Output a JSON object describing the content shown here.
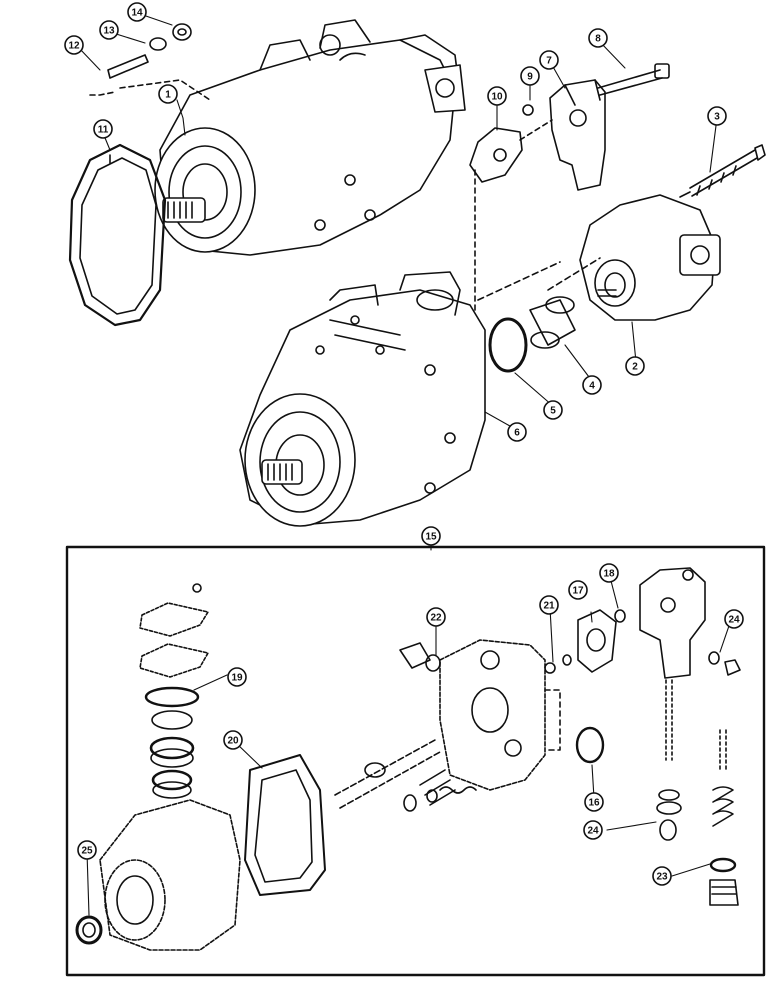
{
  "diagram": {
    "kind": "exploded parts diagram",
    "callouts": [
      "1",
      "2",
      "3",
      "4",
      "5",
      "6",
      "7",
      "8",
      "9",
      "10",
      "11",
      "12",
      "13",
      "14",
      "15",
      "16",
      "17",
      "18",
      "19",
      "20",
      "21",
      "22",
      "23",
      "24",
      "24",
      "25"
    ],
    "colors": {
      "ink": "#111111",
      "paper": "#ffffff"
    }
  }
}
